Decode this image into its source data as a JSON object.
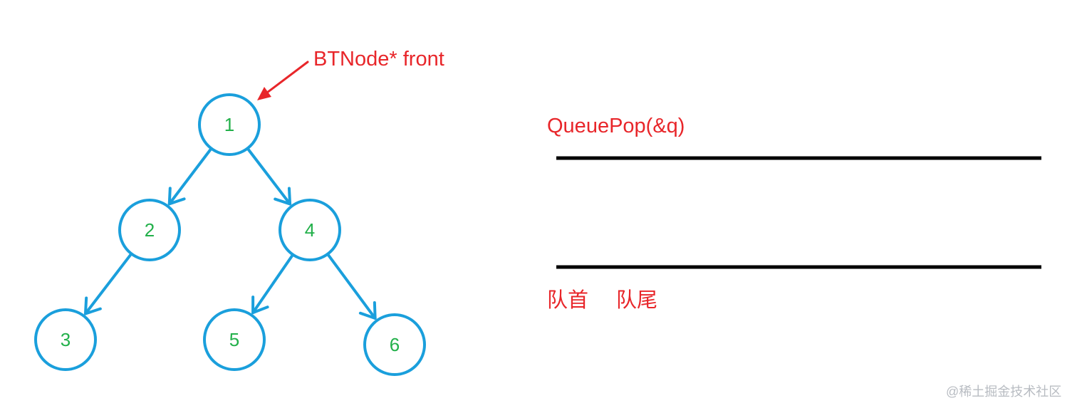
{
  "tree": {
    "pointer_label": "BTNode* front",
    "nodes": [
      {
        "id": "1",
        "label": "1"
      },
      {
        "id": "2",
        "label": "2"
      },
      {
        "id": "4",
        "label": "4"
      },
      {
        "id": "3",
        "label": "3"
      },
      {
        "id": "5",
        "label": "5"
      },
      {
        "id": "6",
        "label": "6"
      }
    ],
    "edges": [
      {
        "from": "1",
        "to": "2"
      },
      {
        "from": "1",
        "to": "4"
      },
      {
        "from": "2",
        "to": "3"
      },
      {
        "from": "4",
        "to": "5"
      },
      {
        "from": "4",
        "to": "6"
      }
    ]
  },
  "queue": {
    "operation": "QueuePop(&q)",
    "head_label": "队首",
    "tail_label": "队尾"
  },
  "watermark": "@稀土掘金技术社区",
  "colors": {
    "edge": "#1a9fdc",
    "node_border": "#1a9fdc",
    "node_text": "#22b04a",
    "annotation": "#e8262a",
    "queue_line": "#000000"
  }
}
